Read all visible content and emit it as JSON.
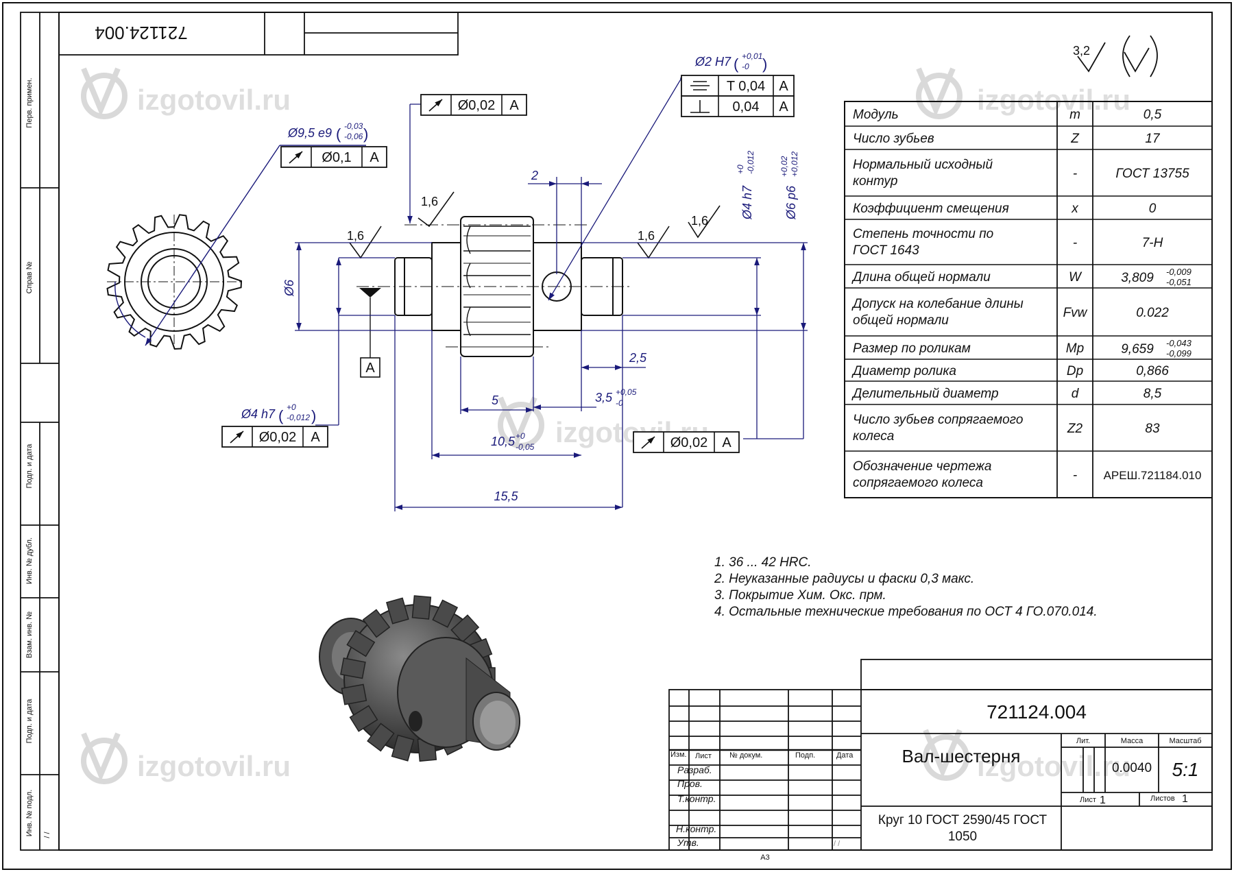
{
  "watermark": "izgotovil.ru",
  "top_stamp_number": "721124.004",
  "left_strip_labels": [
    "Перв. примен.",
    "Справ №",
    "Подп. и дата",
    "Инв. № дубл.",
    "Взам. инв. №",
    "Подп. и дата",
    "Инв. № подл."
  ],
  "left_strip_marks": "/ /",
  "surface_finish": {
    "general": "3,2",
    "local": [
      "1,6",
      "1,6",
      "1,6",
      "1,6"
    ]
  },
  "tolerance_frames": [
    {
      "symbol": "runout",
      "value": "Ø0,1",
      "datum": "A"
    },
    {
      "symbol": "runout",
      "value": "Ø0,02",
      "datum": "A"
    },
    {
      "symbol": "runout",
      "value": "Ø0,02",
      "datum": "A"
    },
    {
      "symbol": "runout",
      "value": "Ø0,02",
      "datum": "A"
    },
    {
      "symbol": "symmetry",
      "value": "T 0,04",
      "datum": "A"
    },
    {
      "symbol": "perpendicularity",
      "value": "0,04",
      "datum": "A"
    }
  ],
  "datum_label": "A",
  "dimensions": {
    "d_gear": {
      "main": "Ø9,5 e9",
      "upper": "-0,03",
      "lower": "-0,06"
    },
    "d_hole": {
      "main": "Ø2 H7",
      "upper": "+0,01",
      "lower": "-0"
    },
    "d_shaft_left": {
      "main": "Ø4 h7",
      "upper": "+0",
      "lower": "-0,012"
    },
    "d_shaft_right": {
      "main": "Ø4 h7",
      "upper": "+0",
      "lower": "-0,012"
    },
    "d_body": {
      "main": "Ø6 p6",
      "upper": "+0,02",
      "lower": "+0,012"
    },
    "d6": "Ø6",
    "hole_pos": "2",
    "right_len": "2,5",
    "shoulder": {
      "main": "3,5",
      "upper": "+0,05",
      "lower": "-0"
    },
    "gear_width": "5",
    "body_len": {
      "main": "10,5",
      "upper": "+0",
      "lower": "-0,05"
    },
    "total_len": "15,5"
  },
  "params": [
    {
      "name": "Модуль",
      "symbol": "m",
      "value": "0,5"
    },
    {
      "name": "Число зубьев",
      "symbol": "Z",
      "value": "17"
    },
    {
      "name": "Нормальный исходный",
      "name2": "контур",
      "symbol": "-",
      "value": "ГОСТ 13755"
    },
    {
      "name": "Коэффициент смещения",
      "symbol": "x",
      "value": "0"
    },
    {
      "name": "Степень точности по",
      "name2": "ГОСТ 1643",
      "symbol": "-",
      "value": "7-H"
    },
    {
      "name": "Длина общей нормали",
      "symbol": "W",
      "value": "3,809",
      "upper": "-0,009",
      "lower": "-0,051"
    },
    {
      "name": "Допуск на колебание длины",
      "name2": "общей нормали",
      "symbol": "Fvw",
      "value": "0.022"
    },
    {
      "name": "Размер по роликам",
      "symbol": "Mp",
      "value": "9,659",
      "upper": "-0,043",
      "lower": "-0,099"
    },
    {
      "name": "Диаметр ролика",
      "symbol": "Dp",
      "value": "0,866"
    },
    {
      "name": "Делительный диаметр",
      "symbol": "d",
      "value": "8,5"
    },
    {
      "name": "Число зубьев сопрягаемого",
      "name2": "колеса",
      "symbol": "Z2",
      "value": "83"
    },
    {
      "name": "Обозначение чертежа",
      "name2": "сопрягаемого колеса",
      "symbol": "-",
      "value": "АРЕШ.721184.010"
    }
  ],
  "notes": [
    "1. 36 ... 42 HRC.",
    "2. Неуказанные радиусы и фаски 0,3 макс.",
    "3. Покрытие Хим. Окс. прм.",
    "4. Остальные технические требования по ОСТ 4 ГО.070.014."
  ],
  "title_block": {
    "designation": "721124.004",
    "name": "Вал-шестерня",
    "material_1": "Круг 10 ГОСТ 2590/45 ГОСТ",
    "material_2": "1050",
    "lit_label": "Лит.",
    "mass_label": "Масса",
    "scale_label": "Масштаб",
    "mass": "0.0040",
    "scale": "5:1",
    "sheet_label": "Лист",
    "sheet": "1",
    "sheets_label": "Листов",
    "sheets": "1",
    "header": [
      "Изм.",
      "Лист",
      "№ докум.",
      "Подп.",
      "Дата"
    ],
    "roles": [
      "Разраб.",
      "Пров.",
      "Т.контр.",
      "Н.контр.",
      "Утв."
    ],
    "format": "А3",
    "slashes": "/ /"
  }
}
